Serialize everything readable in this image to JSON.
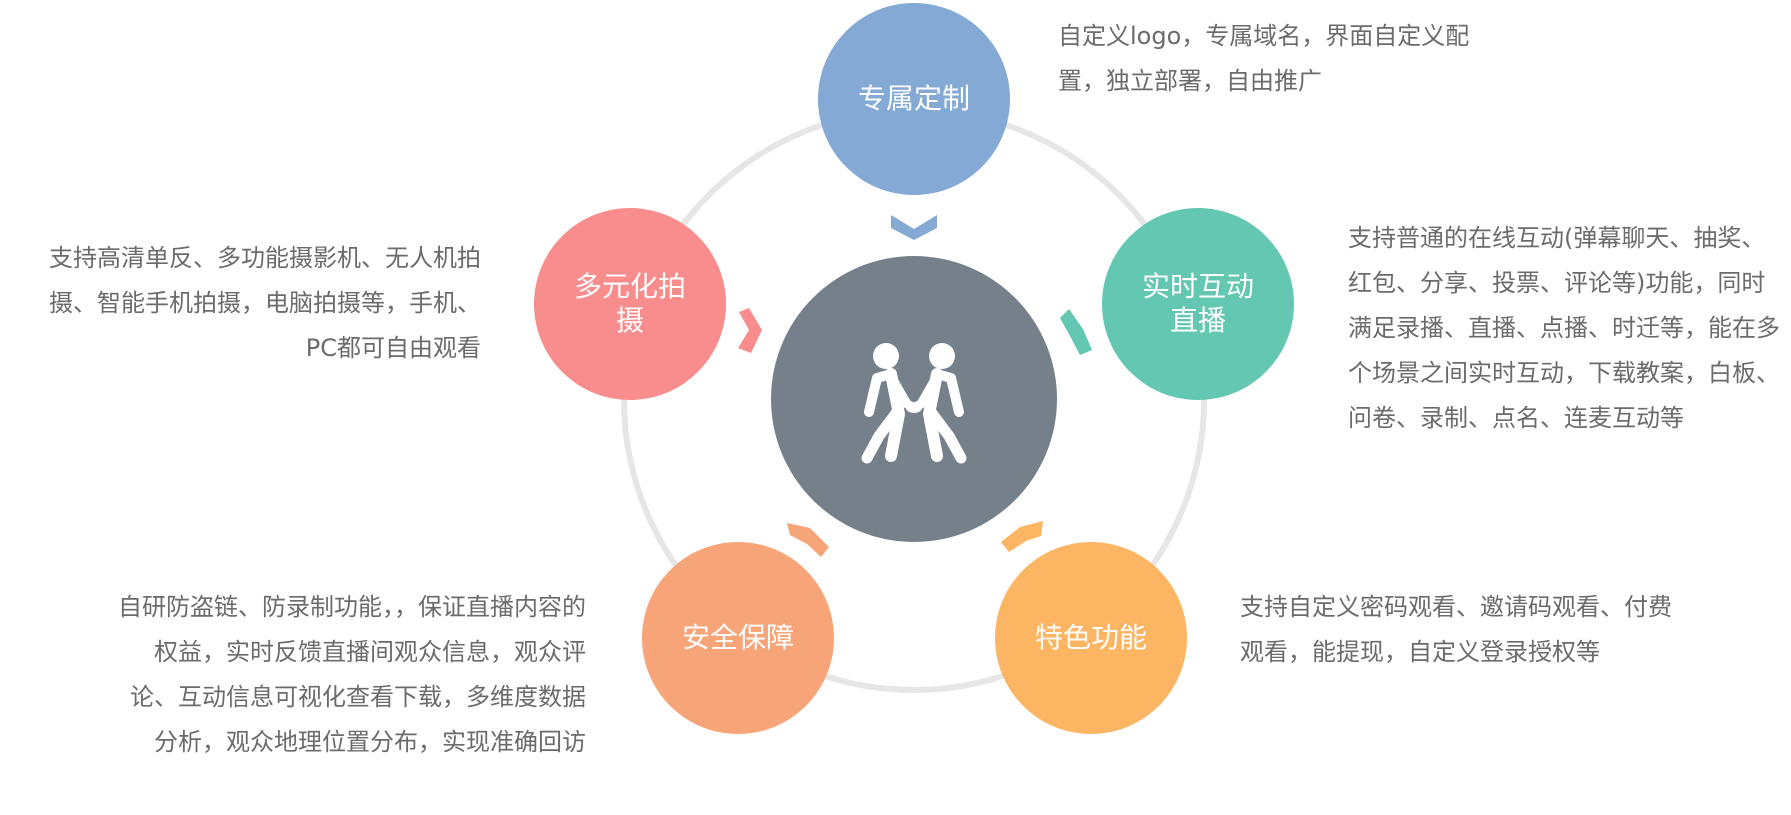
{
  "colors": {
    "custom": "#83a9d4",
    "live": "#63c7b2",
    "feature": "#fbb563",
    "security": "#f8a479",
    "shooting": "#f98d8d",
    "hub": "#76808a",
    "ring": "#e6e6e6"
  },
  "icons": {
    "hub": "two-people-shaking-hands-icon",
    "arrow": "chevron-icon"
  },
  "nodes": {
    "custom": {
      "label": "专属定制"
    },
    "live": {
      "label": "实时互动直播"
    },
    "feature": {
      "label": "特色功能"
    },
    "security": {
      "label": "安全保障"
    },
    "shooting": {
      "label": "多元化拍摄"
    }
  },
  "descriptions": {
    "custom": "自定义logo，专属域名，界面自定义配置，独立部署，自由推广",
    "live": "支持普通的在线互动(弹幕聊天、抽奖、红包、分享、投票、评论等)功能，同时满足录播、直播、点播、时迁等，能在多个场景之间实时互动，下载教案，白板、问卷、录制、点名、连麦互动等",
    "feature": "支持自定义密码观看、邀请码观看、付费观看，能提现，自定义登录授权等",
    "security": "自研防盗链、防录制功能，，保证直播内容的权益，实时反馈直播间观众信息，观众评论、互动信息可视化查看下载，多维度数据分析，观众地理位置分布，实现准确回访",
    "shooting": "支持高清单反、多功能摄影机、无人机拍摄、智能手机拍摄，电脑拍摄等，手机、PC都可自由观看"
  }
}
